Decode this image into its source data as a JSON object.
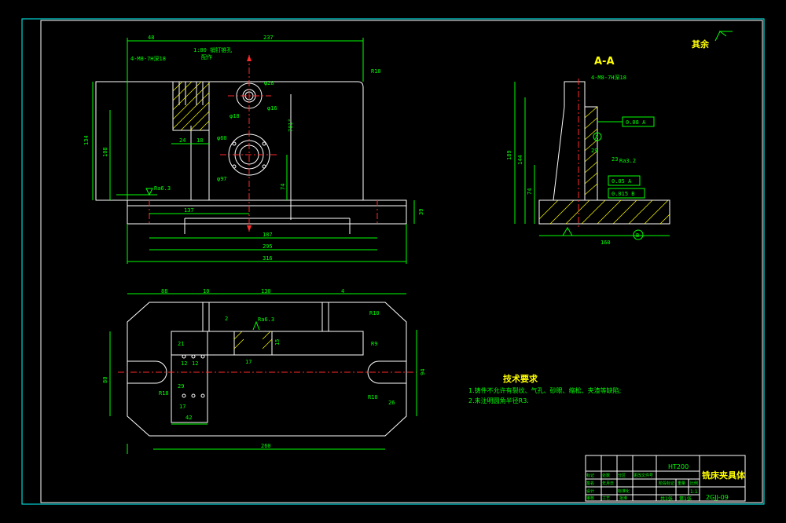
{
  "drawing": {
    "roughness": "其余",
    "section_label": "A-A",
    "tech_title": "技术要求",
    "tech_notes": [
      "1.铸件不允许有裂纹、气孔、砂眼、缩松、夹渣等缺陷;",
      "2.未注明圆角半径R3."
    ],
    "material": "HT200",
    "part_name": "铣床夹具体",
    "drawing_no": "2GJJ-09",
    "scale": "1:1",
    "sheet_total": "共1张",
    "sheet_no": "第1张",
    "front_dims": [
      "48",
      "237",
      "4-M8-7H深18",
      "1:80 销钉锥孔",
      "配作",
      "R10",
      "φ28",
      "φ16",
      "φ18",
      "φ60",
      "φ97",
      "134",
      "108",
      "24",
      "18",
      "Ra6.3",
      "137",
      "187",
      "295",
      "316",
      "74",
      "39",
      "701°"
    ],
    "section_dims": [
      "4-M8-7H深18",
      "189",
      "144",
      "74",
      "29",
      "23",
      "Ra3.2",
      "0.08 A",
      "0.05 A",
      "0.015 B",
      "160",
      "A",
      "B"
    ],
    "top_dims": [
      "88",
      "10",
      "130",
      "4",
      "2",
      "Ra6.3",
      "R10",
      "R9",
      "21",
      "12",
      "12",
      "80",
      "94",
      "17",
      "15",
      "R18",
      "29",
      "17",
      "42",
      "26",
      "R10",
      "260"
    ],
    "title_block_labels": [
      "标记",
      "处数",
      "分区",
      "更改文件号",
      "签名",
      "年月日",
      "设计",
      "标准化",
      "阶段标记",
      "重量",
      "比例",
      "审核",
      "工艺",
      "批准"
    ]
  }
}
